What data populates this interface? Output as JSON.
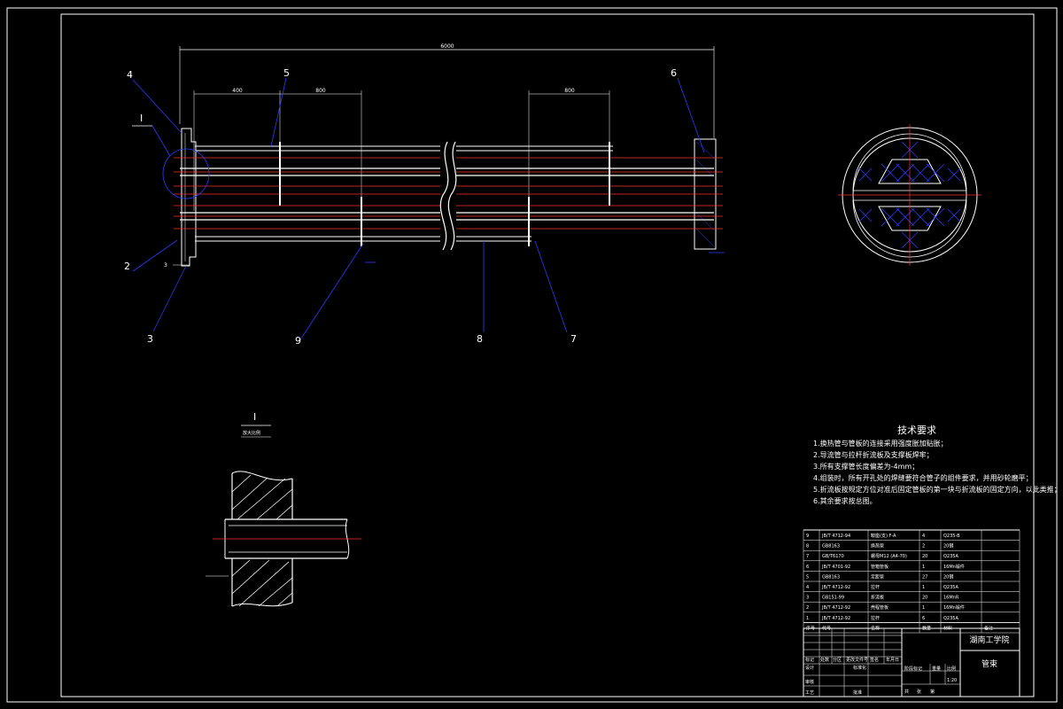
{
  "part_labels": [
    "4",
    "5",
    "6",
    "2",
    "3",
    "9",
    "8",
    "7"
  ],
  "dims": {
    "overall": "6000",
    "seg_a": "400",
    "seg_b": "800",
    "seg_c": "800",
    "small": "3"
  },
  "detail_view": {
    "marker": "I",
    "title": "I",
    "scale": "放大比例"
  },
  "tech": {
    "title": "技术要求",
    "items": [
      "1.换热管与管板的连接采用强度胀加贴胀；",
      "2.导流管与拉杆折流板及支撑板焊牢；",
      "3.所有支撑管长度偏差为-4mm；",
      "4.组装时，所有开孔处的焊缝要符合管子的组件要求，并用砂轮磨平；",
      "5.折流板按规定方位对准后固定管板的第一块与折流板的固定方向，以此类推；",
      "6.其余要求按总图。"
    ]
  },
  "bom": [
    [
      "9",
      "JB/T 4712-94",
      "鞍座(支) F-A",
      "4",
      "Q235-B"
    ],
    [
      "8",
      "GB8163",
      "换热管",
      "2",
      "20钢"
    ],
    [
      "7",
      "GB/T6170",
      "螺母M12 (A4-70)",
      "20",
      "Q235A"
    ],
    [
      "6",
      "JB/T 4701-92",
      "管箱管板",
      "1",
      "16Mn锻件"
    ],
    [
      "5",
      "GB8163",
      "定距管",
      "27",
      "20钢"
    ],
    [
      "4",
      "JB/T 4712-92",
      "拉杆",
      "1",
      "Q235A"
    ],
    [
      "3",
      "GB151-99",
      "折流板",
      "20",
      "16MnR"
    ],
    [
      "2",
      "JB/T 4712-92",
      "壳程管板",
      "1",
      "16Mn锻件"
    ],
    [
      "1",
      "JB/T 4712-92",
      "拉杆",
      "6",
      "Q235A"
    ]
  ],
  "bom_header": [
    "序号",
    "代号",
    "名称",
    "数量",
    "材料",
    "备注"
  ],
  "title_block": {
    "school": "湖南工学院",
    "drawing_name": "管束",
    "mark": "标记",
    "count": "处数",
    "zone": "分区",
    "change_no": "更改文件号",
    "signature": "签名",
    "date": "年月日",
    "designer": "设计",
    "standardization": "标准化",
    "stage_label": "阶段标记",
    "weight": "重量",
    "ratio": "比例",
    "ratio_value": "1:20",
    "review": "审核",
    "process": "工艺",
    "approve": "批准",
    "total": "共",
    "sheet": "张",
    "nth": "第"
  },
  "colors": {
    "line": "#ffffff",
    "leader": "#2a3cff",
    "center": "#ff3030",
    "bg": "#000000"
  }
}
